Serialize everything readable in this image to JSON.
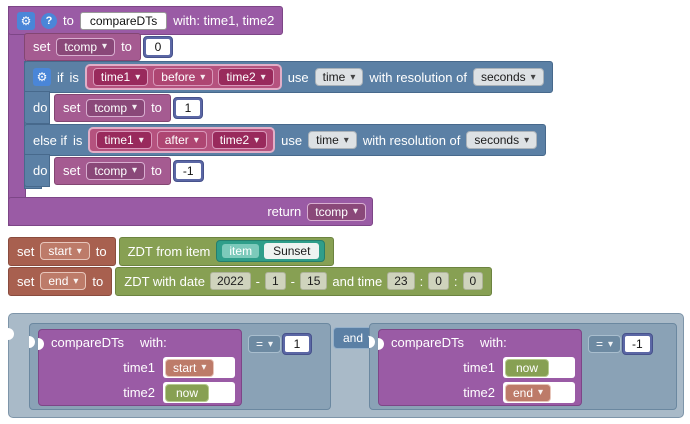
{
  "icons": {
    "gear": "⚙",
    "help": "?"
  },
  "procedure": {
    "header": {
      "to_label": "to",
      "name": "compareDTs",
      "params_label": "with: time1, time2"
    },
    "init": {
      "set_label": "set",
      "var": "tcomp",
      "to_label": "to",
      "value": "0"
    },
    "if_block": {
      "if_label": "if",
      "cond1": {
        "is_label": "is",
        "operand1": "time1",
        "operator": "before",
        "operand2": "time2",
        "use_label": "use",
        "unit": "time",
        "resolution_label": "with resolution of",
        "resolution": "seconds"
      },
      "do1_label": "do",
      "then1": {
        "set_label": "set",
        "var": "tcomp",
        "to_label": "to",
        "value": "1"
      },
      "elseif_label": "else if",
      "cond2": {
        "is_label": "is",
        "operand1": "time1",
        "operator": "after",
        "operand2": "time2",
        "use_label": "use",
        "unit": "time",
        "resolution_label": "with resolution of",
        "resolution": "seconds"
      },
      "do2_label": "do",
      "then2": {
        "set_label": "set",
        "var": "tcomp",
        "to_label": "to",
        "value": "-1"
      }
    },
    "return_row": {
      "return_label": "return",
      "var": "tcomp"
    }
  },
  "assign_start": {
    "set_label": "set",
    "var": "start",
    "to_label": "to",
    "zdt_label": "ZDT from item",
    "item_label": "item",
    "item_name": "Sunset"
  },
  "assign_end": {
    "set_label": "set",
    "var": "end",
    "to_label": "to",
    "zdt_label": "ZDT with date",
    "year": "2022",
    "sep1": "-",
    "month": "1",
    "sep2": "-",
    "day": "15",
    "time_label": "and time",
    "hour": "23",
    "sep3": ":",
    "minute": "0",
    "sep4": ":",
    "second": "0"
  },
  "expression": {
    "left": {
      "name": "compareDTs",
      "with_label": "with:",
      "arg1_label": "time1",
      "arg1_value": "start",
      "arg2_label": "time2",
      "arg2_value": "now",
      "operator": "=",
      "compare_value": "1"
    },
    "and_label": "and",
    "right": {
      "name": "compareDTs",
      "with_label": "with:",
      "arg1_label": "time1",
      "arg1_value": "now",
      "arg2_label": "time2",
      "arg2_value": "end",
      "operator": "=",
      "compare_value": "-1"
    }
  }
}
